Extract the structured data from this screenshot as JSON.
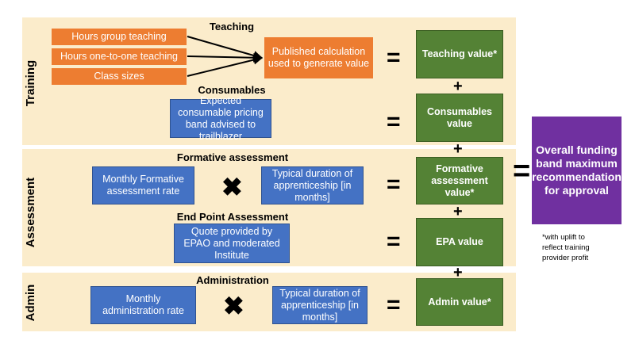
{
  "sections": {
    "training": "Training",
    "assessment": "Assessment",
    "admin": "Admin"
  },
  "headings": {
    "teaching": "Teaching",
    "consumables": "Consumables",
    "formative": "Formative assessment",
    "epa": "End Point Assessment",
    "administration": "Administration"
  },
  "inputs": {
    "hours_group": "Hours group teaching",
    "hours_one_to_one": "Hours one-to-one teaching",
    "class_sizes": "Class sizes",
    "published_calc": "Published calculation used to generate value",
    "consumable_band": "Expected consumable pricing band advised to trailblazer",
    "formative_rate": "Monthly Formative assessment rate",
    "formative_duration": "Typical duration of apprenticeship [in months]",
    "epao_quote": "Quote provided by EPAO and moderated Institute",
    "admin_rate": "Monthly administration rate",
    "admin_duration": "Typical duration of apprenticeship [in months]"
  },
  "outputs": {
    "teaching_value": "Teaching value*",
    "consumables_value": "Consumables value",
    "formative_value": "Formative assessment value*",
    "epa_value": "EPA value",
    "admin_value": "Admin value*"
  },
  "total": "Overall funding band maximum recommendation for approval",
  "footnote": "*with uplift to reflect training provider profit",
  "symbols": {
    "equals": "=",
    "plus": "+",
    "times": "✖"
  },
  "colors": {
    "band": "#fbeccb",
    "orange": "#ed7d31",
    "blue": "#4472c4",
    "green": "#548235",
    "purple": "#7030a0"
  }
}
